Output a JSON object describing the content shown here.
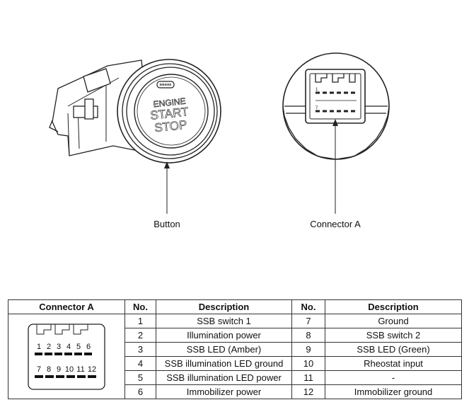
{
  "labels": {
    "button": "Button",
    "connector": "Connector A"
  },
  "switch_face": {
    "line1": "ENGINE",
    "line2": "START",
    "line3": "STOP"
  },
  "connector_pins": {
    "top_marker": "1",
    "bottom_marker": "7"
  },
  "table": {
    "headers": [
      "Connector A",
      "No.",
      "Description",
      "No.",
      "Description"
    ],
    "mini_connector": {
      "top_row": [
        "1",
        "2",
        "3",
        "4",
        "5",
        "6"
      ],
      "bottom_row": [
        "7",
        "8",
        "9",
        "10",
        "11",
        "12"
      ]
    },
    "rows": [
      {
        "no_left": "1",
        "desc_left": "SSB switch 1",
        "no_right": "7",
        "desc_right": "Ground"
      },
      {
        "no_left": "2",
        "desc_left": "Illumination power",
        "no_right": "8",
        "desc_right": "SSB switch 2"
      },
      {
        "no_left": "3",
        "desc_left": "SSB LED (Amber)",
        "no_right": "9",
        "desc_right": "SSB LED (Green)"
      },
      {
        "no_left": "4",
        "desc_left": "SSB illumination LED ground",
        "no_right": "10",
        "desc_right": "Rheostat input"
      },
      {
        "no_left": "5",
        "desc_left": "SSB illumination LED power",
        "no_right": "11",
        "desc_right": "-"
      },
      {
        "no_left": "6",
        "desc_left": "Immobilizer power",
        "no_right": "12",
        "desc_right": "Immobilizer ground"
      }
    ]
  }
}
